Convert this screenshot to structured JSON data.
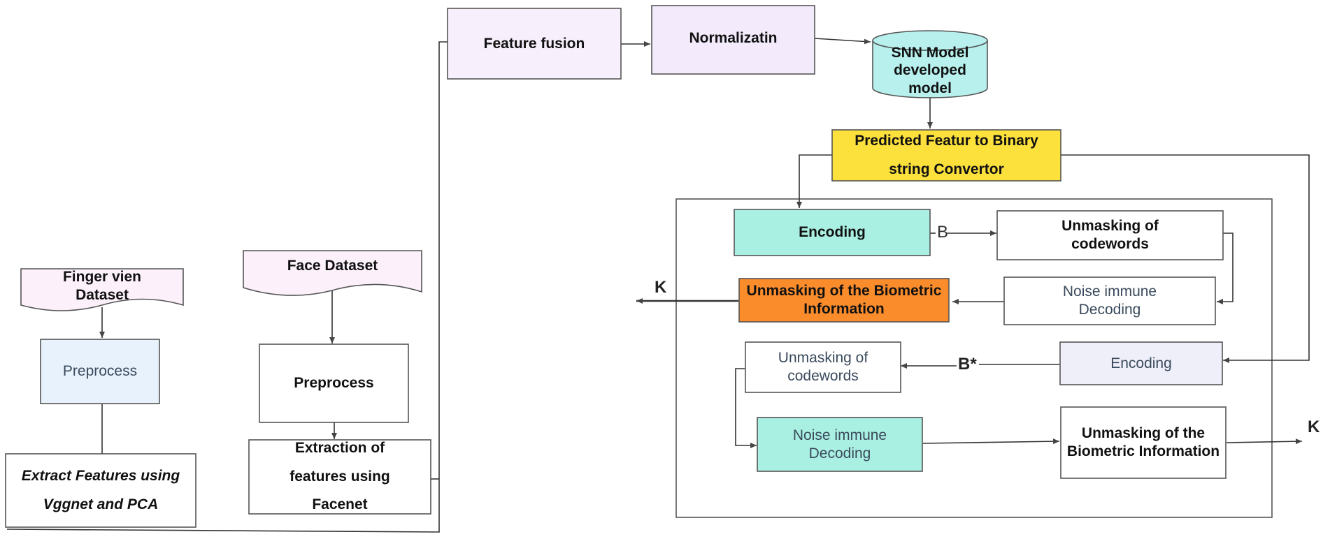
{
  "nodes": {
    "feature_fusion": "Feature fusion",
    "normalization": "Normalizatin",
    "snn_model": "SNN Model developed model",
    "predicted_convertor": "Predicted Featur to Binary string  Convertor",
    "encoding_top": "Encoding",
    "unmasking_codewords_top": "Unmasking of codewords",
    "unmasking_biometric_top": "Unmasking of the Biometric Information",
    "noise_decoding_top": "Noise immune Decoding",
    "encoding_bottom": "Encoding",
    "unmasking_codewords_bottom": "Unmasking of codewords",
    "noise_decoding_bottom": "Noise immune Decoding",
    "unmasking_biometric_bottom": "Unmasking of the Biometric Information",
    "finger_dataset": "Finger vien Dataset",
    "face_dataset": "Face Dataset",
    "preprocess_finger": "Preprocess",
    "preprocess_face": "Preprocess",
    "extract_vggnet": "Extract Features using Vggnet and PCA",
    "extract_facenet": "Extraction  of features using Facenet"
  },
  "edge_labels": {
    "b": "B",
    "b_star": "B*",
    "k_left": "K",
    "k_right": "K"
  },
  "colors": {
    "lavender": "#f8effd",
    "lavender_mid": "#f3eafc",
    "cyan": "#b8f0ee",
    "teal": "#aaf0e2",
    "yellow": "#fce03c",
    "orange": "#fb8c2c",
    "light_blue": "#e8f2fc",
    "pale_blue": "#efeffa",
    "pink": "#fcf0fb",
    "white": "#ffffff",
    "stroke": "#555555"
  }
}
